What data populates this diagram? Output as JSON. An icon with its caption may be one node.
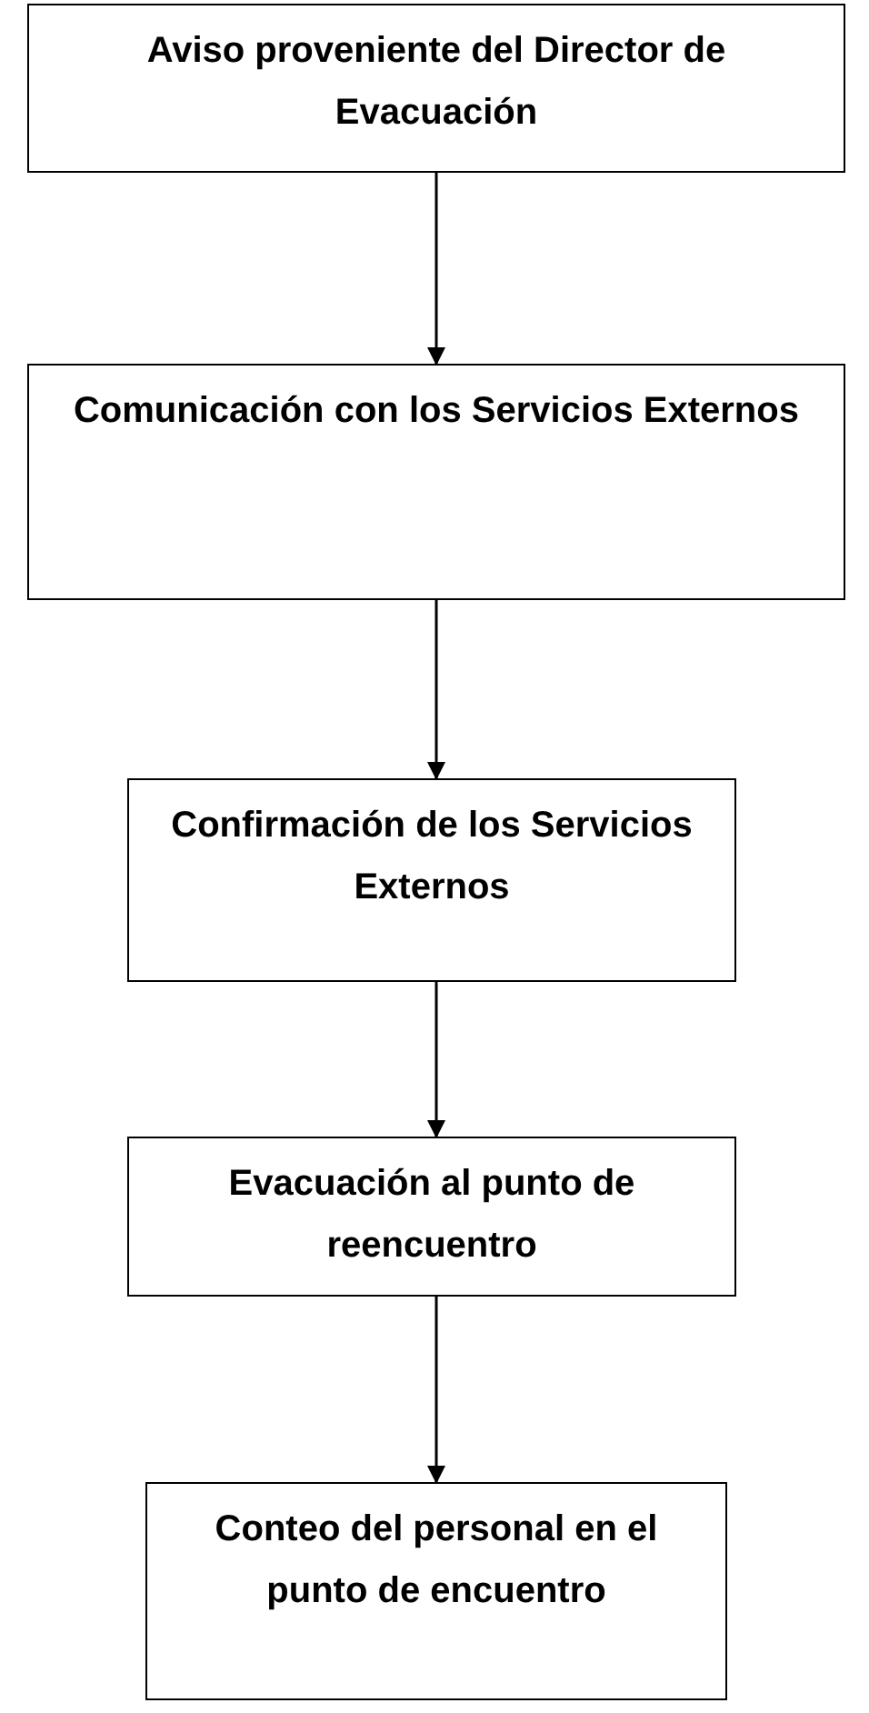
{
  "diagram": {
    "nodes": [
      {
        "text": [
          "Aviso proveniente del Director de Evacuación"
        ]
      },
      {
        "text": [
          "Comunicación con los Servicios Externos"
        ]
      },
      {
        "text": [
          "Confirmación de los Servicios Externos"
        ]
      },
      {
        "text": [
          "Evacuación al punto de reencuentro"
        ]
      },
      {
        "text": [
          "Conteo del personal en el punto de encuentro"
        ]
      }
    ],
    "edges": [
      {
        "from": 0,
        "to": 1,
        "arrow": "to"
      },
      {
        "from": 1,
        "to": 2,
        "arrow": "to"
      },
      {
        "from": 2,
        "to": 3,
        "arrow": "to"
      },
      {
        "from": 3,
        "to": 4,
        "arrow": "to"
      }
    ]
  }
}
